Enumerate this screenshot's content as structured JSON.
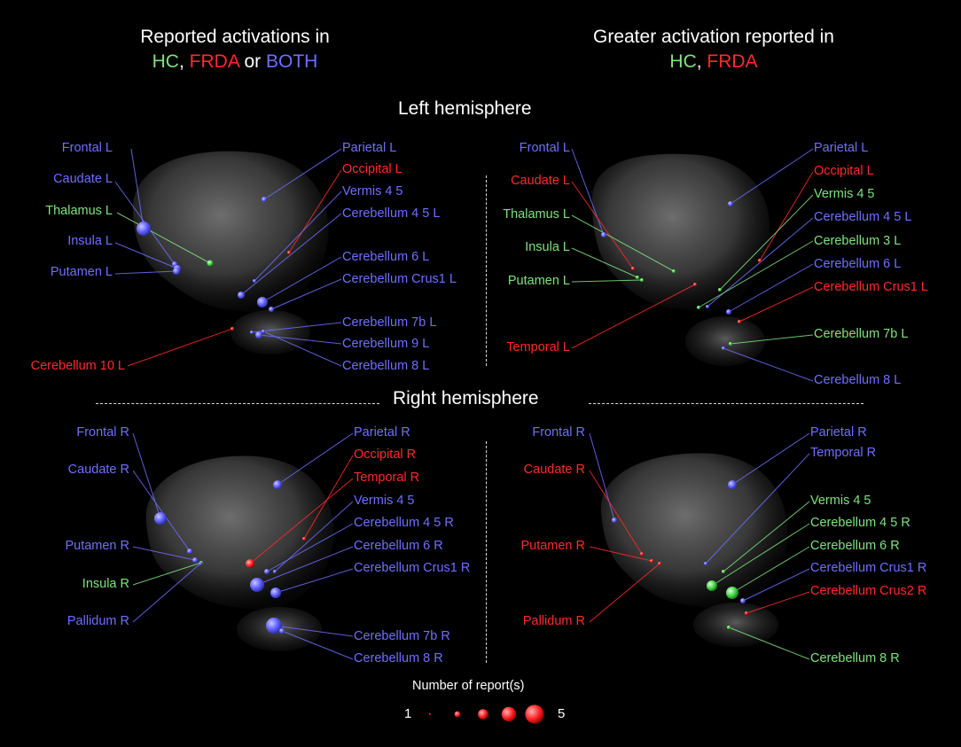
{
  "headers": {
    "left_line1": "Reported activations in",
    "left_hc": "HC",
    "left_sep1": ", ",
    "left_frda": "FRDA",
    "left_or": " or ",
    "left_both": "BOTH",
    "right_line1": "Greater activation reported in",
    "right_hc": "HC",
    "right_sep": ", ",
    "right_frda": "FRDA"
  },
  "sections": {
    "left_hemisphere": "Left hemisphere",
    "right_hemisphere": "Right hemisphere"
  },
  "colors": {
    "hc": "#7fe27f",
    "frda": "#ff2a2a",
    "both": "#6f6fff"
  },
  "panels": {
    "tl_left": [
      {
        "text": "Frontal L",
        "group": "both"
      },
      {
        "text": "Caudate L",
        "group": "both"
      },
      {
        "text": "Thalamus L",
        "group": "hc"
      },
      {
        "text": "Insula L",
        "group": "both"
      },
      {
        "text": "Putamen L",
        "group": "both"
      },
      {
        "text": "Cerebellum 10 L",
        "group": "frda"
      }
    ],
    "tl_right": [
      {
        "text": "Parietal L",
        "group": "both"
      },
      {
        "text": "Occipital L",
        "group": "frda"
      },
      {
        "text": "Vermis 4 5",
        "group": "both"
      },
      {
        "text": "Cerebellum 4 5 L",
        "group": "both"
      },
      {
        "text": "Cerebellum 6 L",
        "group": "both"
      },
      {
        "text": "Cerebellum Crus1 L",
        "group": "both"
      },
      {
        "text": "Cerebellum 7b L",
        "group": "both"
      },
      {
        "text": "Cerebellum 9 L",
        "group": "both"
      },
      {
        "text": "Cerebellum 8 L",
        "group": "both"
      }
    ],
    "tr_left": [
      {
        "text": "Frontal L",
        "group": "both"
      },
      {
        "text": "Caudate L",
        "group": "frda"
      },
      {
        "text": "Thalamus L",
        "group": "hc"
      },
      {
        "text": "Insula L",
        "group": "hc"
      },
      {
        "text": "Putamen L",
        "group": "hc"
      },
      {
        "text": "Temporal L",
        "group": "frda"
      }
    ],
    "tr_right": [
      {
        "text": "Parietal L",
        "group": "both"
      },
      {
        "text": "Occipital L",
        "group": "frda"
      },
      {
        "text": "Vermis 4 5",
        "group": "hc"
      },
      {
        "text": "Cerebellum 4 5 L",
        "group": "both"
      },
      {
        "text": "Cerebellum 3 L",
        "group": "hc"
      },
      {
        "text": "Cerebellum 6 L",
        "group": "both"
      },
      {
        "text": "Cerebellum Crus1 L",
        "group": "frda"
      },
      {
        "text": "Cerebellum 7b L",
        "group": "hc"
      },
      {
        "text": "Cerebellum 8 L",
        "group": "both"
      }
    ],
    "bl_left": [
      {
        "text": "Frontal R",
        "group": "both"
      },
      {
        "text": "Caudate R",
        "group": "both"
      },
      {
        "text": "Putamen R",
        "group": "both"
      },
      {
        "text": "Insula R",
        "group": "hc"
      },
      {
        "text": "Pallidum R",
        "group": "both"
      }
    ],
    "bl_right": [
      {
        "text": "Parietal R",
        "group": "both"
      },
      {
        "text": "Occipital R",
        "group": "frda"
      },
      {
        "text": "Temporal R",
        "group": "frda"
      },
      {
        "text": "Vermis 4 5",
        "group": "both"
      },
      {
        "text": "Cerebellum 4 5 R",
        "group": "both"
      },
      {
        "text": "Cerebellum 6 R",
        "group": "both"
      },
      {
        "text": "Cerebellum Crus1 R",
        "group": "both"
      },
      {
        "text": "Cerebellum 7b R",
        "group": "both"
      },
      {
        "text": "Cerebellum 8 R",
        "group": "both"
      }
    ],
    "br_left": [
      {
        "text": "Frontal R",
        "group": "both"
      },
      {
        "text": "Caudate R",
        "group": "frda"
      },
      {
        "text": "Putamen R",
        "group": "frda"
      },
      {
        "text": "Pallidum R",
        "group": "frda"
      }
    ],
    "br_right": [
      {
        "text": "Parietal R",
        "group": "both"
      },
      {
        "text": "Temporal R",
        "group": "both"
      },
      {
        "text": "Vermis 4 5",
        "group": "hc"
      },
      {
        "text": "Cerebellum 4 5 R",
        "group": "hc"
      },
      {
        "text": "Cerebellum 6 R",
        "group": "hc"
      },
      {
        "text": "Cerebellum Crus1 R",
        "group": "both"
      },
      {
        "text": "Cerebellum Crus2 R",
        "group": "frda"
      },
      {
        "text": "Cerebellum 8 R",
        "group": "hc"
      }
    ]
  },
  "legend": {
    "title": "Number of report(s)",
    "min_label": "1",
    "max_label": "5",
    "counts": [
      1,
      2,
      3,
      4,
      5
    ]
  }
}
